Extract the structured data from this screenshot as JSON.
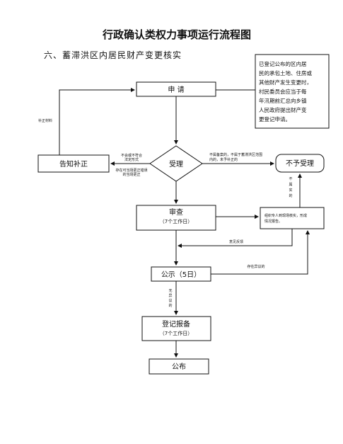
{
  "title": "行政确认类权力事项运行流程图",
  "subtitle": "六、蓄滞洪区内居民财产变更核实",
  "note": {
    "lines": [
      "已登记公布的区内居",
      "民的承包土地、住房或",
      "其他财产发生变更时，",
      "村民委员会应当于每",
      "年汛期前汇总向乡镇",
      "人民政府提出财产变",
      "更登记申请。"
    ]
  },
  "nodes": {
    "apply": "申 请",
    "accept": "受理",
    "notify": "告知补正",
    "reject": "不予受理",
    "review": {
      "label": "审查",
      "sub": "（7个工作日）"
    },
    "verify": {
      "lines": [
        "组织专人到现场核实，形成",
        "情况报告。"
      ]
    },
    "publicize": "公示（5日）",
    "register": {
      "label": "登记报备",
      "sub": "（7个工作日）"
    },
    "publish": "公布"
  },
  "edge_labels": {
    "supplement": "补正材料",
    "incomplete_1": "不会或不符合",
    "incomplete_2": "法定形式",
    "correctable_1": "存在可当场更正错误",
    "correctable_2": "的当场更正",
    "not_accept_1": "不属备案的，不属于蓄滞洪区范围",
    "not_accept_2": "内的，未予补正的",
    "not_accept_vertical": [
      "不",
      "属",
      "实",
      "的"
    ],
    "opinion": "意见反馈",
    "objection": "存在异议的",
    "no_objection": [
      "无",
      "异",
      "议",
      "的"
    ]
  }
}
